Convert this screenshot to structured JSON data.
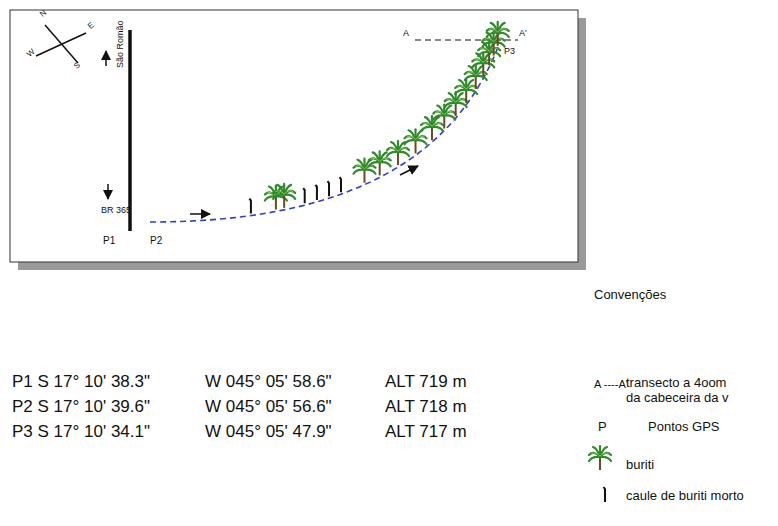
{
  "diagram": {
    "labels": [
      "N",
      "E",
      "W",
      "S",
      "São Romão",
      "BR 365",
      "P1",
      "P2",
      "A",
      "A'",
      "P3",
      "P1 S 17° 10' 38.3\"",
      "W 045° 05' 58.6\"",
      "ALT 719 m",
      "P2 S 17° 10' 39.6\"",
      "W 045° 05' 56.6\"",
      "ALT 718 m",
      "P3 S 17° 10' 34.1\"",
      "W 045° 05' 47.9\"",
      "ALT 717 m",
      "Convenções",
      "A ----A'",
      "P"
    ],
    "legend": [
      {
        "text": "transecto a 4oom da cabeceira da v"
      },
      {
        "text": "Pontos GPS"
      },
      {
        "text": "buriti"
      },
      {
        "text": "caule de buriti morto"
      }
    ]
  }
}
